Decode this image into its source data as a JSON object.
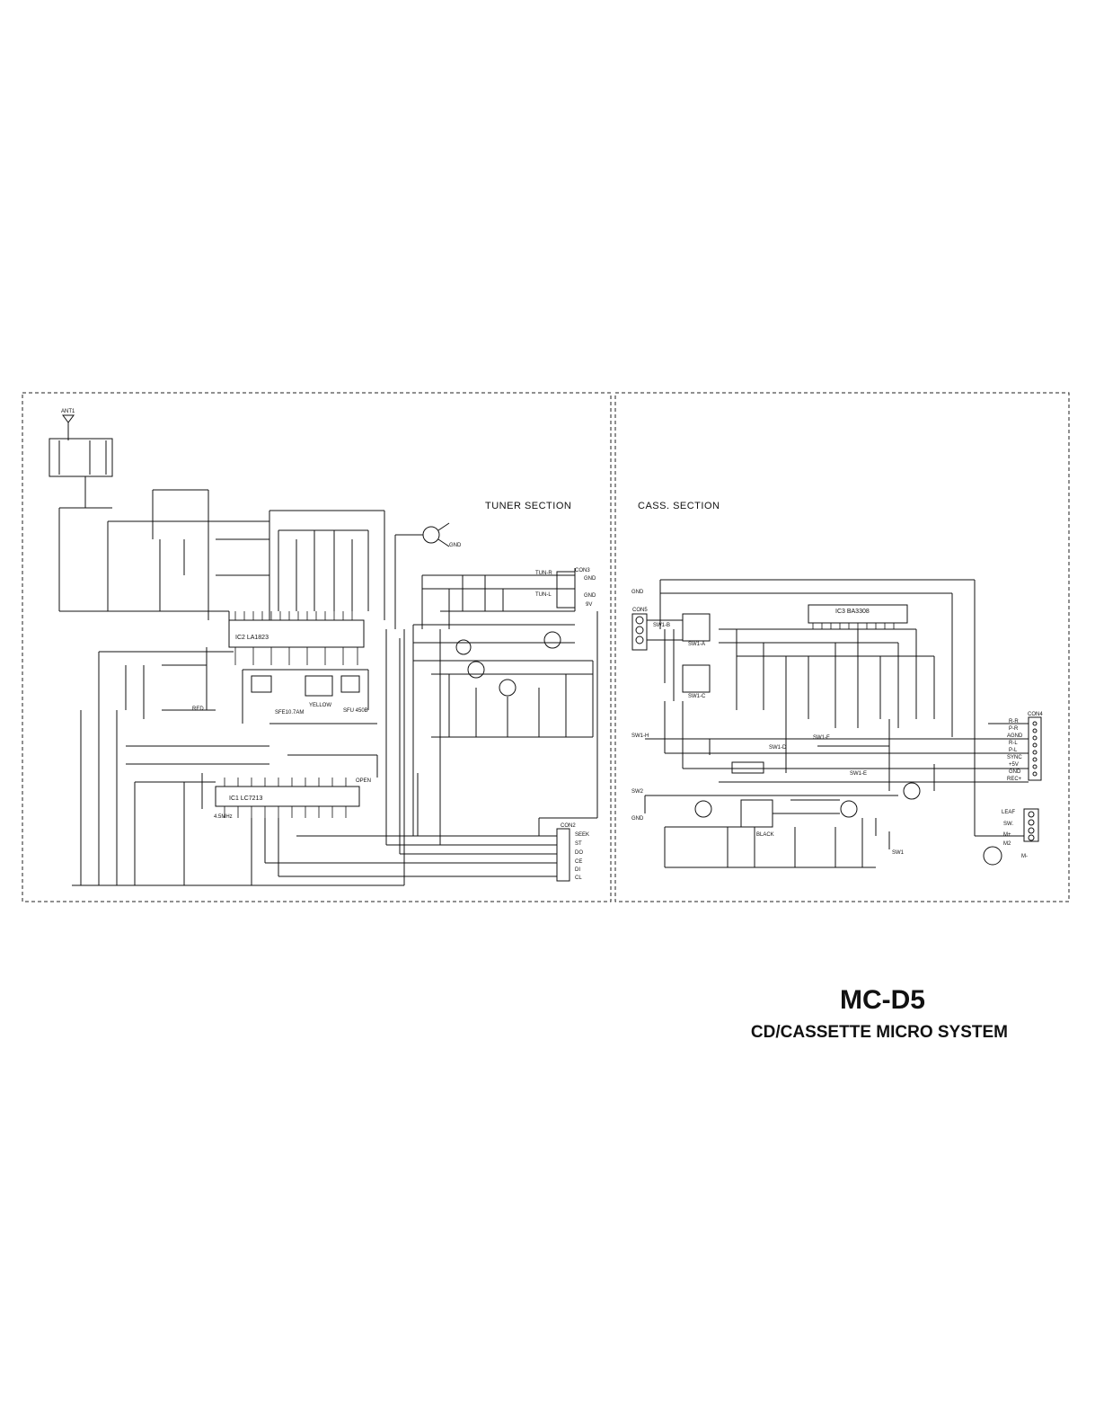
{
  "sections": {
    "tuner": "TUNER SECTION",
    "cassette": "CASS. SECTION"
  },
  "tuner": {
    "antenna": "ANT1",
    "ic_tuner": "IC2  LA1823",
    "ic_pll": "IC1  LC7213",
    "connector_3": "CON3",
    "connector_2": "CON2",
    "con3_pins": [
      "GND",
      "GND",
      "9V"
    ],
    "con2_pins": [
      "SEEK",
      "ST",
      "DO",
      "CE",
      "DI",
      "CL"
    ],
    "outputs": [
      "TUN-R",
      "TUN-L"
    ],
    "gnd": "GND",
    "filters": [
      "SFE10.7AM",
      "SFU 450B"
    ],
    "crystal": "4.5MHz",
    "tank_color": "YELLOW",
    "coil_color": "RED",
    "open_label": "OPEN"
  },
  "cassette": {
    "ic": "IC3  BA3308",
    "connector_4": "CON4",
    "connector_5": "CON5",
    "con4_pins": [
      "R-R",
      "P-R",
      "AGND",
      "R-L",
      "P-L",
      "SYNC",
      "+5V",
      "GND",
      "REC+"
    ],
    "switches": [
      "SW1-A",
      "SW1-B",
      "SW1-C",
      "SW1-D",
      "SW1-E",
      "SW1-F",
      "SW1-H",
      "SW2",
      "SW1"
    ],
    "gnd": "GND",
    "leaf": "LEAF",
    "sw": "SW.",
    "motor": "M2",
    "m_plus": "M+",
    "m_minus": "M-",
    "black": "BLACK"
  },
  "title": {
    "model": "MC-D5",
    "subtitle": "CD/CASSETTE MICRO SYSTEM"
  }
}
